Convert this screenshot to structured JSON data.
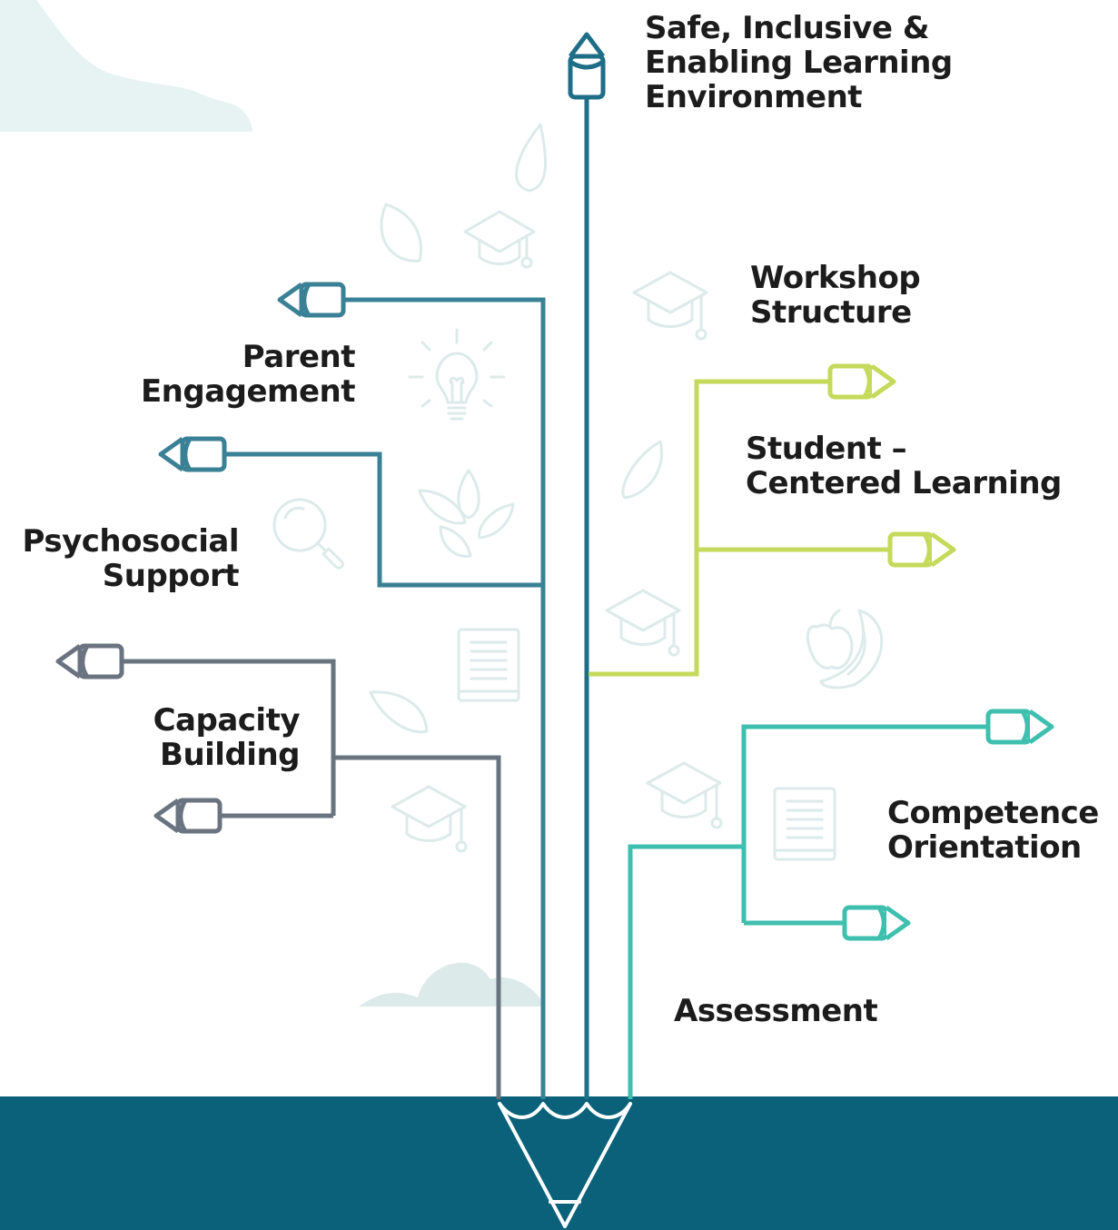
{
  "labels": {
    "safe": [
      "Safe, Inclusive &",
      "Enabling Learning",
      "Environment"
    ],
    "workshop": [
      "Workshop",
      "Structure"
    ],
    "parent": [
      "Parent",
      "Engagement"
    ],
    "student": [
      "Student –",
      "Centered Learning"
    ],
    "psychosocial": [
      "Psychosocial",
      "Support"
    ],
    "capacity": [
      "Capacity",
      "Building"
    ],
    "competence": [
      "Competence",
      "Orientation"
    ],
    "assessment": [
      "Assessment"
    ]
  },
  "colors": {
    "dark_teal": "#1f6e87",
    "teal": "#3b8196",
    "slate": "#6a7480",
    "lime": "#c5d95a",
    "aqua": "#3fbfae",
    "ground": "#0a6179",
    "cloud": "#e6f3f2",
    "icon_faint": "#dcebea",
    "text": "#1c1c1c"
  },
  "icons": [
    "leaf-icon",
    "graduation-cap-icon",
    "lightbulb-icon",
    "magnifier-icon",
    "book-icon",
    "apple-banana-icon",
    "cloud-icon"
  ]
}
